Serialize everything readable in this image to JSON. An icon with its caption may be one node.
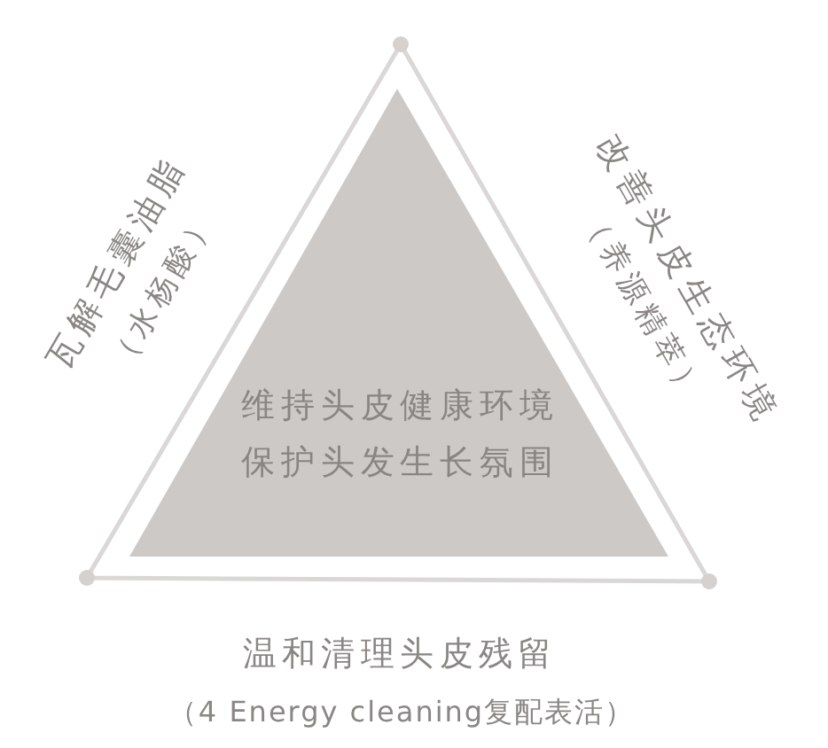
{
  "diagram": {
    "nodes": [
      {
        "text": [
          "维持头皮健康环境",
          "保护头发生长氛围"
        ]
      }
    ],
    "labels": [
      "瓦解毛囊油脂",
      "（水杨酸）",
      "改善头皮生态环境",
      "（养源精萃）",
      "温和清理头皮残留",
      "（4 Energy cleaning复配表活）"
    ]
  }
}
